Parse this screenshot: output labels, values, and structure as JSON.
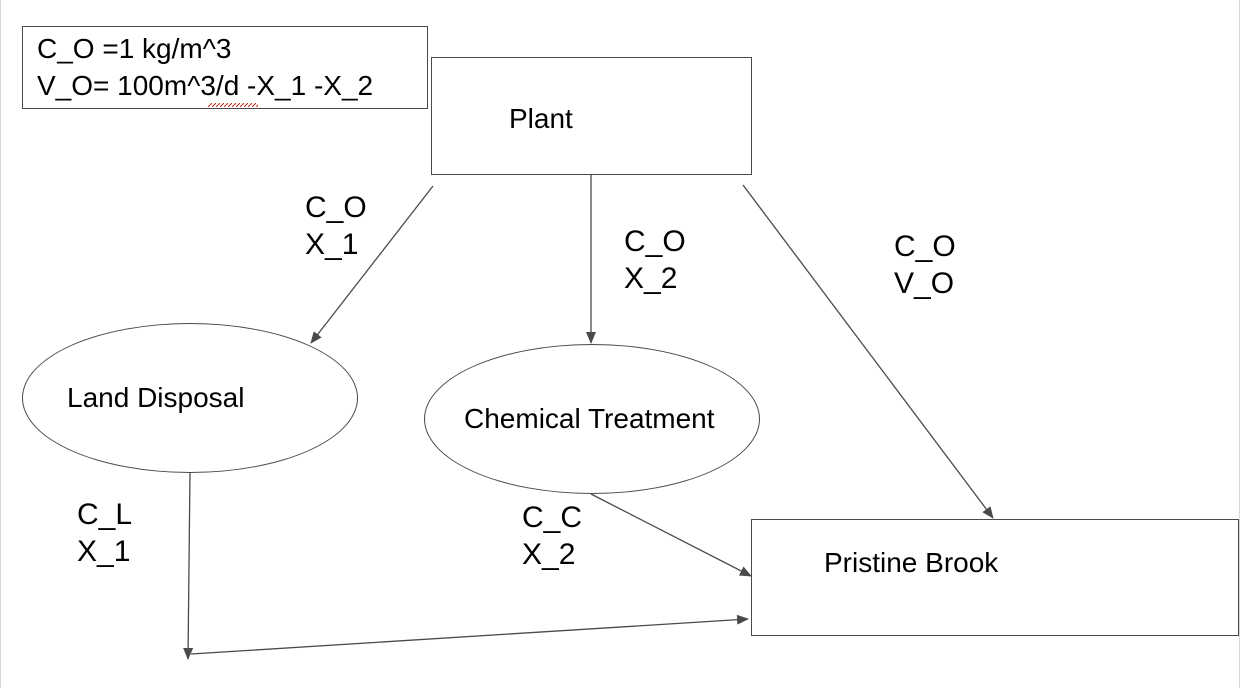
{
  "note": {
    "line1": "C_O =1 kg/m^3",
    "line2": "V_O= 100m^3/d -X_1 -X_2"
  },
  "nodes": {
    "plant": "Plant",
    "land_disposal": "Land Disposal",
    "chemical_treatment": "Chemical Treatment",
    "pristine_brook": "Pristine Brook"
  },
  "edge_labels": {
    "plant_to_land": {
      "conc": "C_O",
      "flow": "X_1"
    },
    "plant_to_chem": {
      "conc": "C_O",
      "flow": "X_2"
    },
    "plant_to_brook": {
      "conc": "C_O",
      "flow": "V_O"
    },
    "land_out": {
      "conc": "C_L",
      "flow": "X_1"
    },
    "chem_out": {
      "conc": "C_C",
      "flow": "X_2"
    }
  },
  "colors": {
    "stroke": "#4a4a4a",
    "text": "#000000",
    "spellcheck": "#d0342c"
  }
}
